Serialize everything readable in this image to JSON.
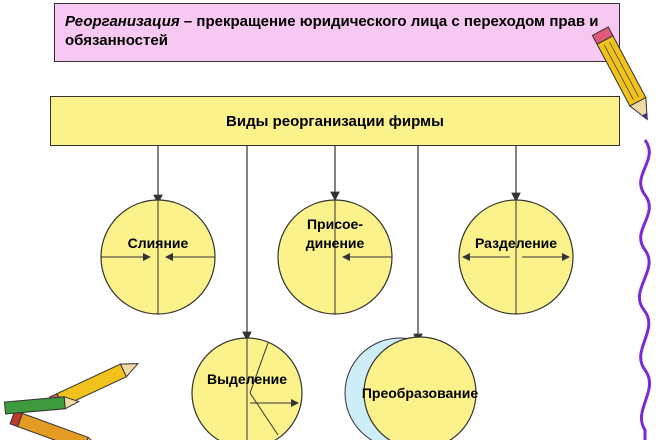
{
  "definition": {
    "term": "Реорганизация",
    "text": " – прекращение юридического лица с переходом прав и обязанностей"
  },
  "types_header": "Виды реорганизации фирмы",
  "nodes": [
    {
      "id": "merger",
      "label": "Слияние"
    },
    {
      "id": "accession",
      "label_line1": "Присое-",
      "label_line2": "динение"
    },
    {
      "id": "division",
      "label": "Разделение"
    },
    {
      "id": "separation",
      "label": "Выделение"
    },
    {
      "id": "transformation",
      "label": "Преобразование"
    }
  ],
  "colors": {
    "definition_fill": "#f7c8f2",
    "header_fill": "#fbf28c",
    "circle_fill": "#fbf28c",
    "crescent_fill": "#cdeef6",
    "squiggle": "#7a2bd4",
    "outline": "#333333"
  },
  "decorations": [
    "pencil-icon-top-right",
    "pencils-icon-bottom-left",
    "squiggle-line-right"
  ]
}
